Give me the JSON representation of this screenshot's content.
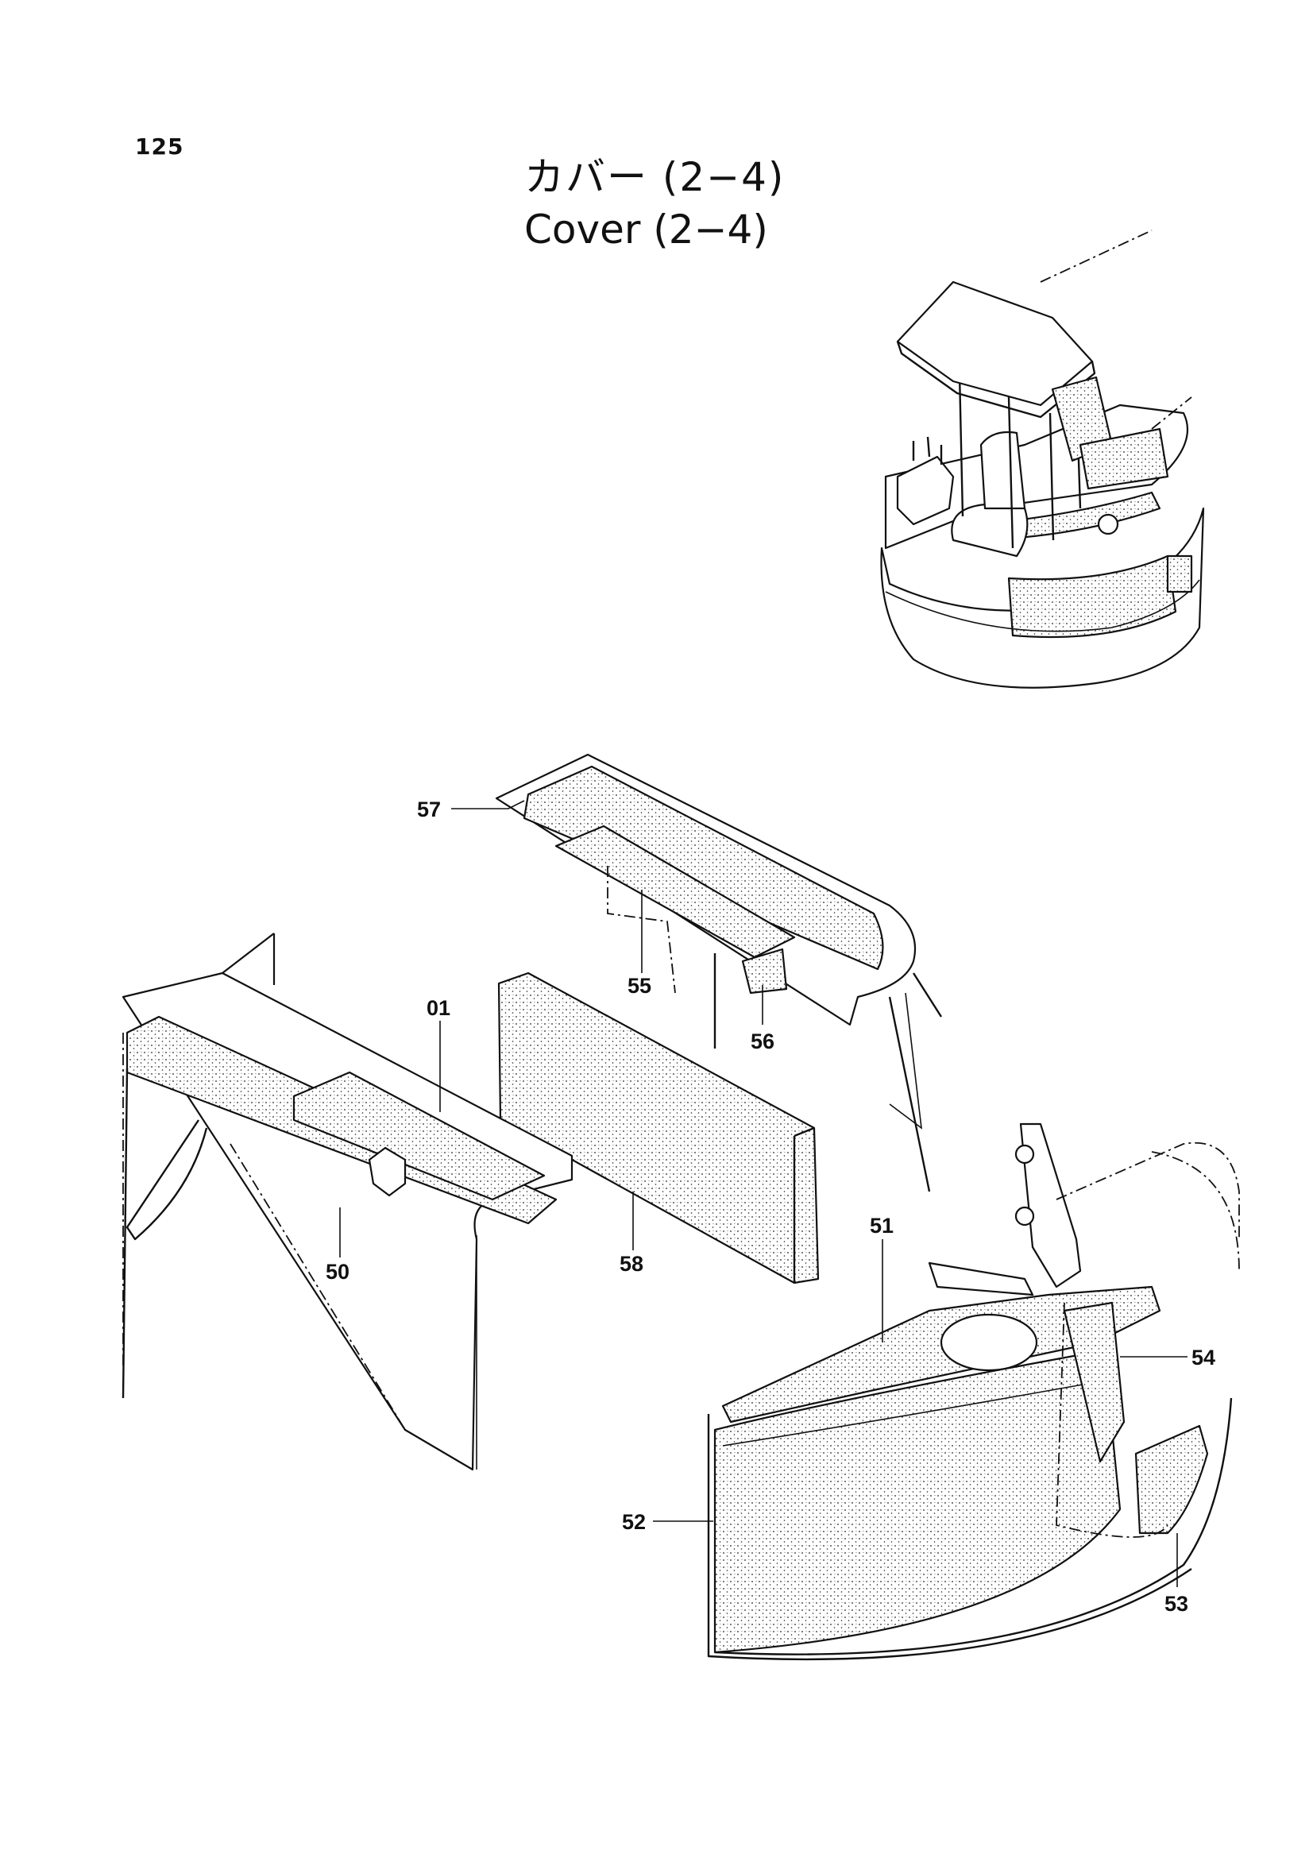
{
  "page": {
    "number": "125"
  },
  "title": {
    "japanese": "カバー (2−4)",
    "english": "Cover (2−4)"
  },
  "callouts": [
    "57",
    "55",
    "56",
    "01",
    "50",
    "58",
    "51",
    "54",
    "52",
    "53"
  ],
  "icons": {
    "overview": "excavator-upper-structure-illustration",
    "parts": "exploded-cover-parts-illustration"
  }
}
